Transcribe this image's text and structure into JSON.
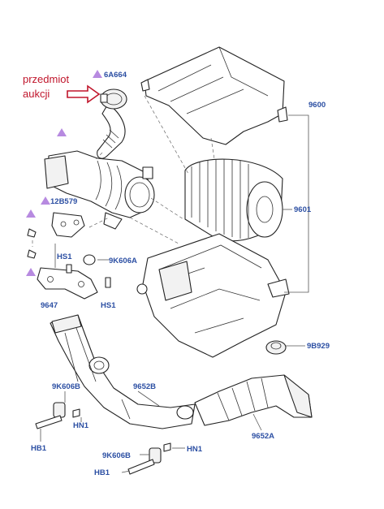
{
  "annotation": {
    "line1": "przedmiot",
    "line2": "aukcji",
    "color": "#c0152b"
  },
  "label_color": "#2c4fa3",
  "marker_color": "#b78ae0",
  "parts": {
    "p6A664": "6A664",
    "p12B579": "12B579",
    "pHS1a": "HS1",
    "p9K606A": "9K606A",
    "pHS1b": "HS1",
    "p9647": "9647",
    "p9600": "9600",
    "p9601": "9601",
    "p9B929": "9B929",
    "p9652B": "9652B",
    "p9K606Ba": "9K606B",
    "pHN1a": "HN1",
    "pHB1a": "HB1",
    "p9652A": "9652A",
    "p9K606Bb": "9K606B",
    "pHN1b": "HN1",
    "pHB1b": "HB1"
  }
}
